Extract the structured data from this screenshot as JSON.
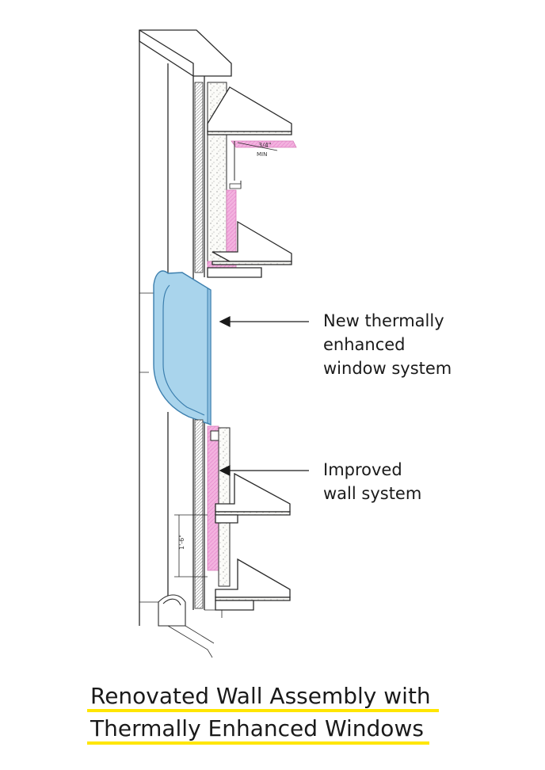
{
  "callouts": {
    "window": [
      "New thermally",
      "enhanced",
      "window system"
    ],
    "wall": [
      "Improved",
      "wall system"
    ]
  },
  "dimensions": {
    "top": [
      "3/4\"",
      "MIN"
    ],
    "side": "1'-6\""
  },
  "caption": {
    "line1": "Renovated Wall Assembly with",
    "line2": "Thermally Enhanced Windows"
  },
  "colors": {
    "highlight": "#ffe600",
    "window": "#a9d4ec",
    "insulation": "#f2a9dc",
    "line": "#2a2a2a"
  }
}
